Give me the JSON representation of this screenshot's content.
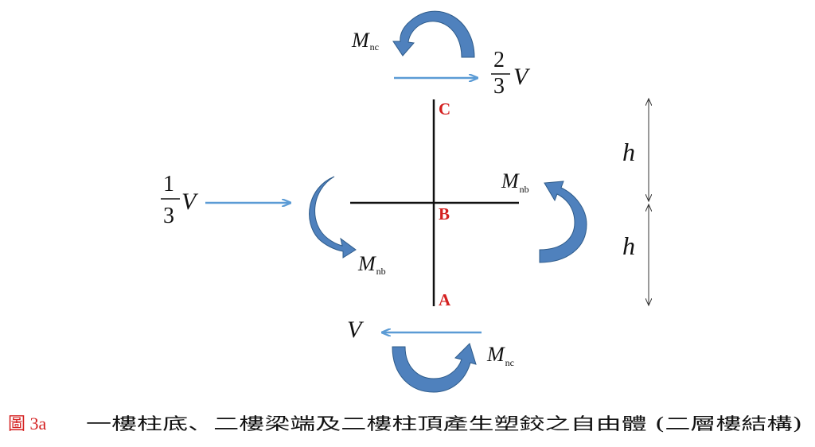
{
  "diagram": {
    "nodes": {
      "top": "C",
      "middle": "B",
      "bottom": "A"
    },
    "moment_col": "M",
    "moment_col_sub": "nc",
    "moment_beam": "M",
    "moment_beam_sub": "nb",
    "shear_top_num": "2",
    "shear_top_den": "3",
    "shear_top_var": "V",
    "shear_left_num": "1",
    "shear_left_den": "3",
    "shear_left_var": "V",
    "shear_bottom": "V",
    "story_height": "h",
    "arrow_color": "#5b9bd5",
    "member_color": "#111111",
    "label_color": "#d42020"
  },
  "caption": {
    "figure_no": "圖 3a",
    "text": "一樓柱底、二樓梁端及二樓柱頂產生塑鉸之自由體 (二層樓結構)"
  }
}
